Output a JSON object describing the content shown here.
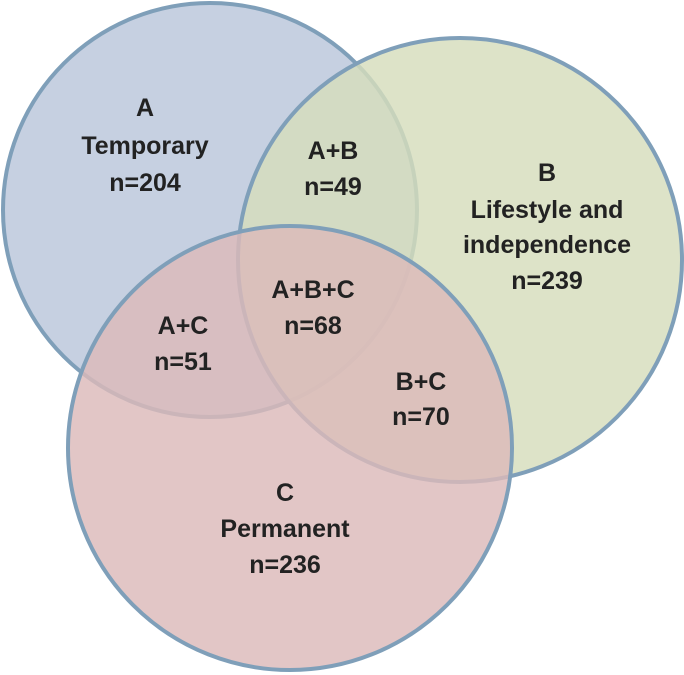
{
  "colors": {
    "circle_a_fill": "#b9c6da",
    "circle_b_fill": "#d6ddbc",
    "circle_c_fill": "#dcb9ba",
    "circle_stroke": "#7f9fb9",
    "text": "#222222"
  },
  "sets": {
    "a": {
      "letter": "A",
      "name": "Temporary",
      "count": "n=204"
    },
    "b": {
      "letter": "B",
      "name_line1": "Lifestyle and",
      "name_line2": "independence",
      "count": "n=239"
    },
    "c": {
      "letter": "C",
      "name": "Permanent",
      "count": "n=236"
    }
  },
  "intersections": {
    "ab": {
      "label": "A+B",
      "count": "n=49"
    },
    "ac": {
      "label": "A+C",
      "count": "n=51"
    },
    "bc": {
      "label": "B+C",
      "count": "n=70"
    },
    "abc": {
      "label": "A+B+C",
      "count": "n=68"
    }
  }
}
